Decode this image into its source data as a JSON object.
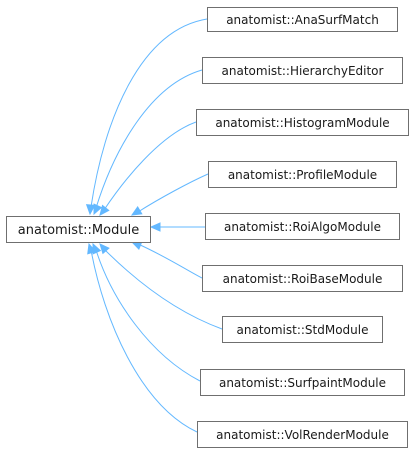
{
  "diagram": {
    "base": {
      "label": "anatomist::Module"
    },
    "derived": [
      {
        "label": "anatomist::AnaSurfMatch"
      },
      {
        "label": "anatomist::HierarchyEditor"
      },
      {
        "label": "anatomist::HistogramModule"
      },
      {
        "label": "anatomist::ProfileModule"
      },
      {
        "label": "anatomist::RoiAlgoModule"
      },
      {
        "label": "anatomist::RoiBaseModule"
      },
      {
        "label": "anatomist::StdModule"
      },
      {
        "label": "anatomist::SurfpaintModule"
      },
      {
        "label": "anatomist::VolRenderModule"
      }
    ],
    "colors": {
      "edge": "#63b8ff",
      "border": "#6f6f6f",
      "text": "#1a1a1a",
      "background": "#ffffff"
    }
  }
}
